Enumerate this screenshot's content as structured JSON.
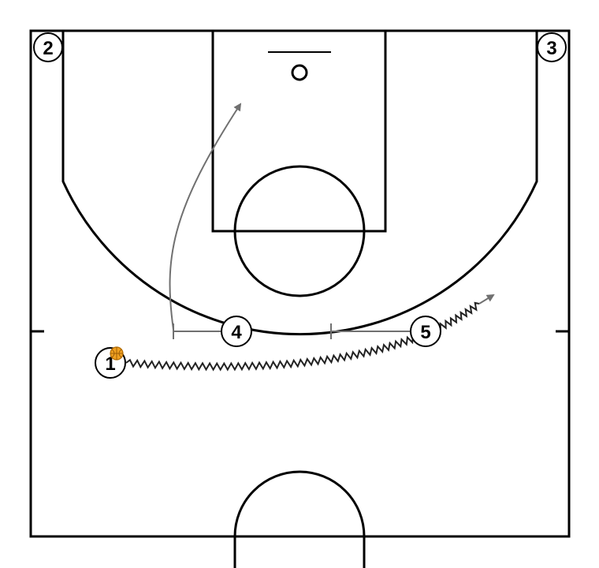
{
  "players": [
    {
      "id": "p1",
      "label": "1",
      "has_ball": true
    },
    {
      "id": "p2",
      "label": "2",
      "has_ball": false
    },
    {
      "id": "p3",
      "label": "3",
      "has_ball": false
    },
    {
      "id": "p4",
      "label": "4",
      "has_ball": false
    },
    {
      "id": "p5",
      "label": "5",
      "has_ball": false
    }
  ],
  "colors": {
    "court_lines": "#000000",
    "movement": "#707070",
    "dribble": "#222222",
    "ball": "#f0a020"
  },
  "actions": [
    {
      "type": "cut",
      "player": "4"
    },
    {
      "type": "screen",
      "player": "4"
    },
    {
      "type": "screen",
      "player": "5"
    },
    {
      "type": "dribble",
      "player": "1"
    }
  ]
}
